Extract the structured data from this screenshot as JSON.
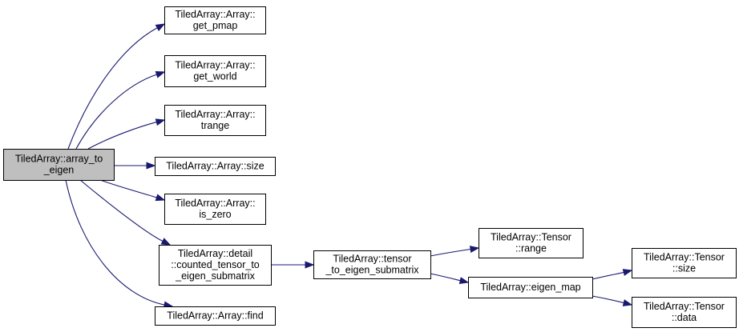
{
  "graph": {
    "edge_color": "#191970",
    "root_fill": "#bfbfbf",
    "nodes": [
      {
        "id": "array_to_eigen",
        "lines": [
          "TiledArray::array_to",
          "_eigen"
        ],
        "root": true
      },
      {
        "id": "get_pmap",
        "lines": [
          "TiledArray::Array::",
          "get_pmap"
        ]
      },
      {
        "id": "get_world",
        "lines": [
          "TiledArray::Array::",
          "get_world"
        ]
      },
      {
        "id": "trange",
        "lines": [
          "TiledArray::Array::",
          "trange"
        ]
      },
      {
        "id": "size",
        "lines": [
          "TiledArray::Array::size"
        ]
      },
      {
        "id": "is_zero",
        "lines": [
          "TiledArray::Array::",
          "is_zero"
        ]
      },
      {
        "id": "counted",
        "lines": [
          "TiledArray::detail",
          "::counted_tensor_to",
          "_eigen_submatrix"
        ]
      },
      {
        "id": "find",
        "lines": [
          "TiledArray::Array::find"
        ]
      },
      {
        "id": "tensor_to_eigen",
        "lines": [
          "TiledArray::tensor",
          "_to_eigen_submatrix"
        ]
      },
      {
        "id": "tensor_range",
        "lines": [
          "TiledArray::Tensor",
          "::range"
        ]
      },
      {
        "id": "eigen_map",
        "lines": [
          "TiledArray::eigen_map"
        ]
      },
      {
        "id": "tensor_size",
        "lines": [
          "TiledArray::Tensor",
          "::size"
        ]
      },
      {
        "id": "tensor_data",
        "lines": [
          "TiledArray::Tensor",
          "::data"
        ]
      }
    ],
    "edges": [
      {
        "from": "array_to_eigen",
        "to": "get_pmap"
      },
      {
        "from": "array_to_eigen",
        "to": "get_world"
      },
      {
        "from": "array_to_eigen",
        "to": "trange"
      },
      {
        "from": "array_to_eigen",
        "to": "size"
      },
      {
        "from": "array_to_eigen",
        "to": "is_zero"
      },
      {
        "from": "array_to_eigen",
        "to": "counted"
      },
      {
        "from": "array_to_eigen",
        "to": "find"
      },
      {
        "from": "counted",
        "to": "tensor_to_eigen"
      },
      {
        "from": "tensor_to_eigen",
        "to": "tensor_range"
      },
      {
        "from": "tensor_to_eigen",
        "to": "eigen_map"
      },
      {
        "from": "eigen_map",
        "to": "tensor_size"
      },
      {
        "from": "eigen_map",
        "to": "tensor_data"
      }
    ]
  }
}
